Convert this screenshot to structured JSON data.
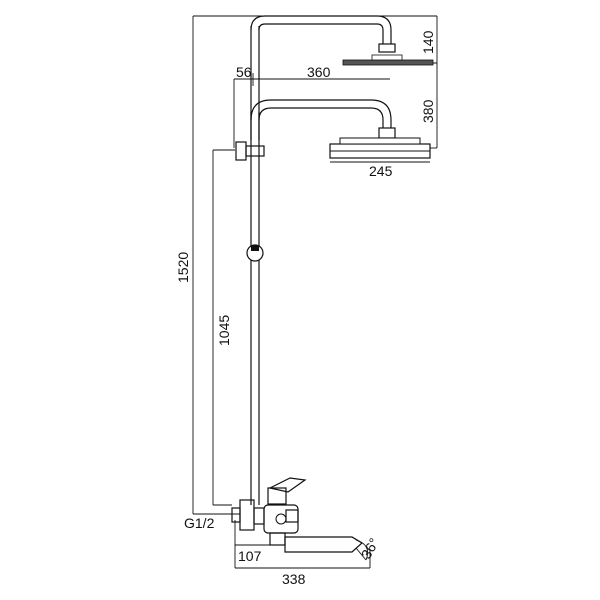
{
  "dimensions": {
    "d140": "140",
    "d56": "56",
    "d360": "360",
    "d380": "380",
    "d245": "245",
    "d1520": "1520",
    "d1045": "1045",
    "g12": "G1/2",
    "d107": "107",
    "d338": "338",
    "angle": "36°"
  }
}
